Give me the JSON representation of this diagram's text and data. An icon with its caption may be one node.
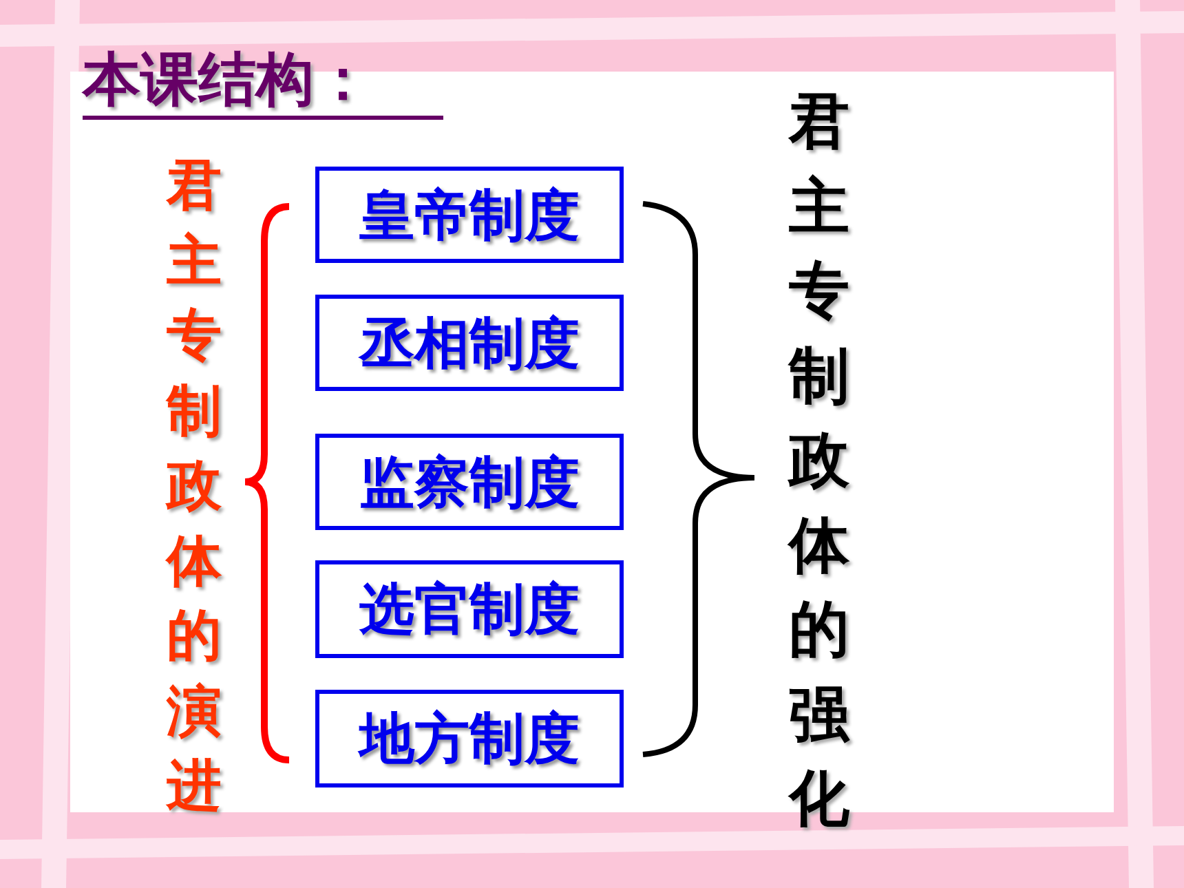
{
  "diagram": {
    "title": "本课结构：",
    "nodes": [
      {
        "text": [
          "皇帝制度"
        ]
      },
      {
        "text": [
          "丞相制度"
        ]
      },
      {
        "text": [
          "监察制度"
        ]
      },
      {
        "text": [
          "选官制度"
        ]
      },
      {
        "text": [
          "地方制度"
        ]
      }
    ],
    "labels": [
      "君主专制政体的演进",
      "君主专制政体的强化"
    ]
  }
}
